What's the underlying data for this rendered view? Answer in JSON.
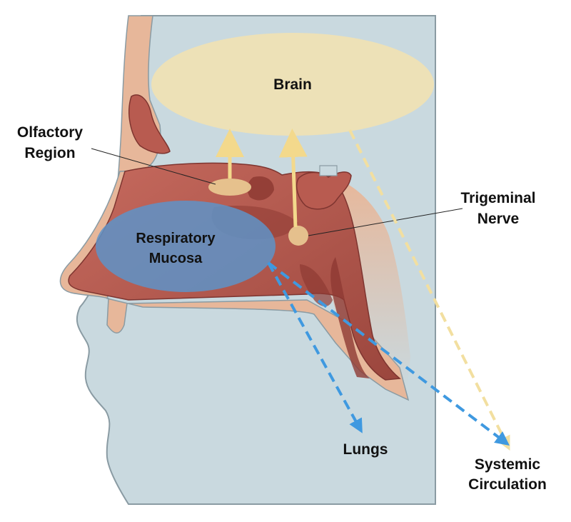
{
  "labels": {
    "brain": "Brain",
    "olfactory_line1": "Olfactory",
    "olfactory_line2": "Region",
    "trigeminal_line1": "Trigeminal",
    "trigeminal_line2": "Nerve",
    "respiratory_line1": "Respiratory",
    "respiratory_line2": "Mucosa",
    "lungs": "Lungs",
    "systemic_line1": "Systemic",
    "systemic_line2": "Circulation"
  },
  "colors": {
    "background_tissue": "#c9d9df",
    "head_outline": "#8a9ba3",
    "skin": "#e7b79a",
    "cavity": "#b85b50",
    "cavity_dark": "#8e3a33",
    "brain": "#efe2b4",
    "region_spot": "#e8c690",
    "mucosa": "#5e93c8",
    "pathway_brain": "#f3d98c",
    "pathway_lungs": "#3f99e0",
    "pathway_systemic": "#f2dfa0"
  }
}
